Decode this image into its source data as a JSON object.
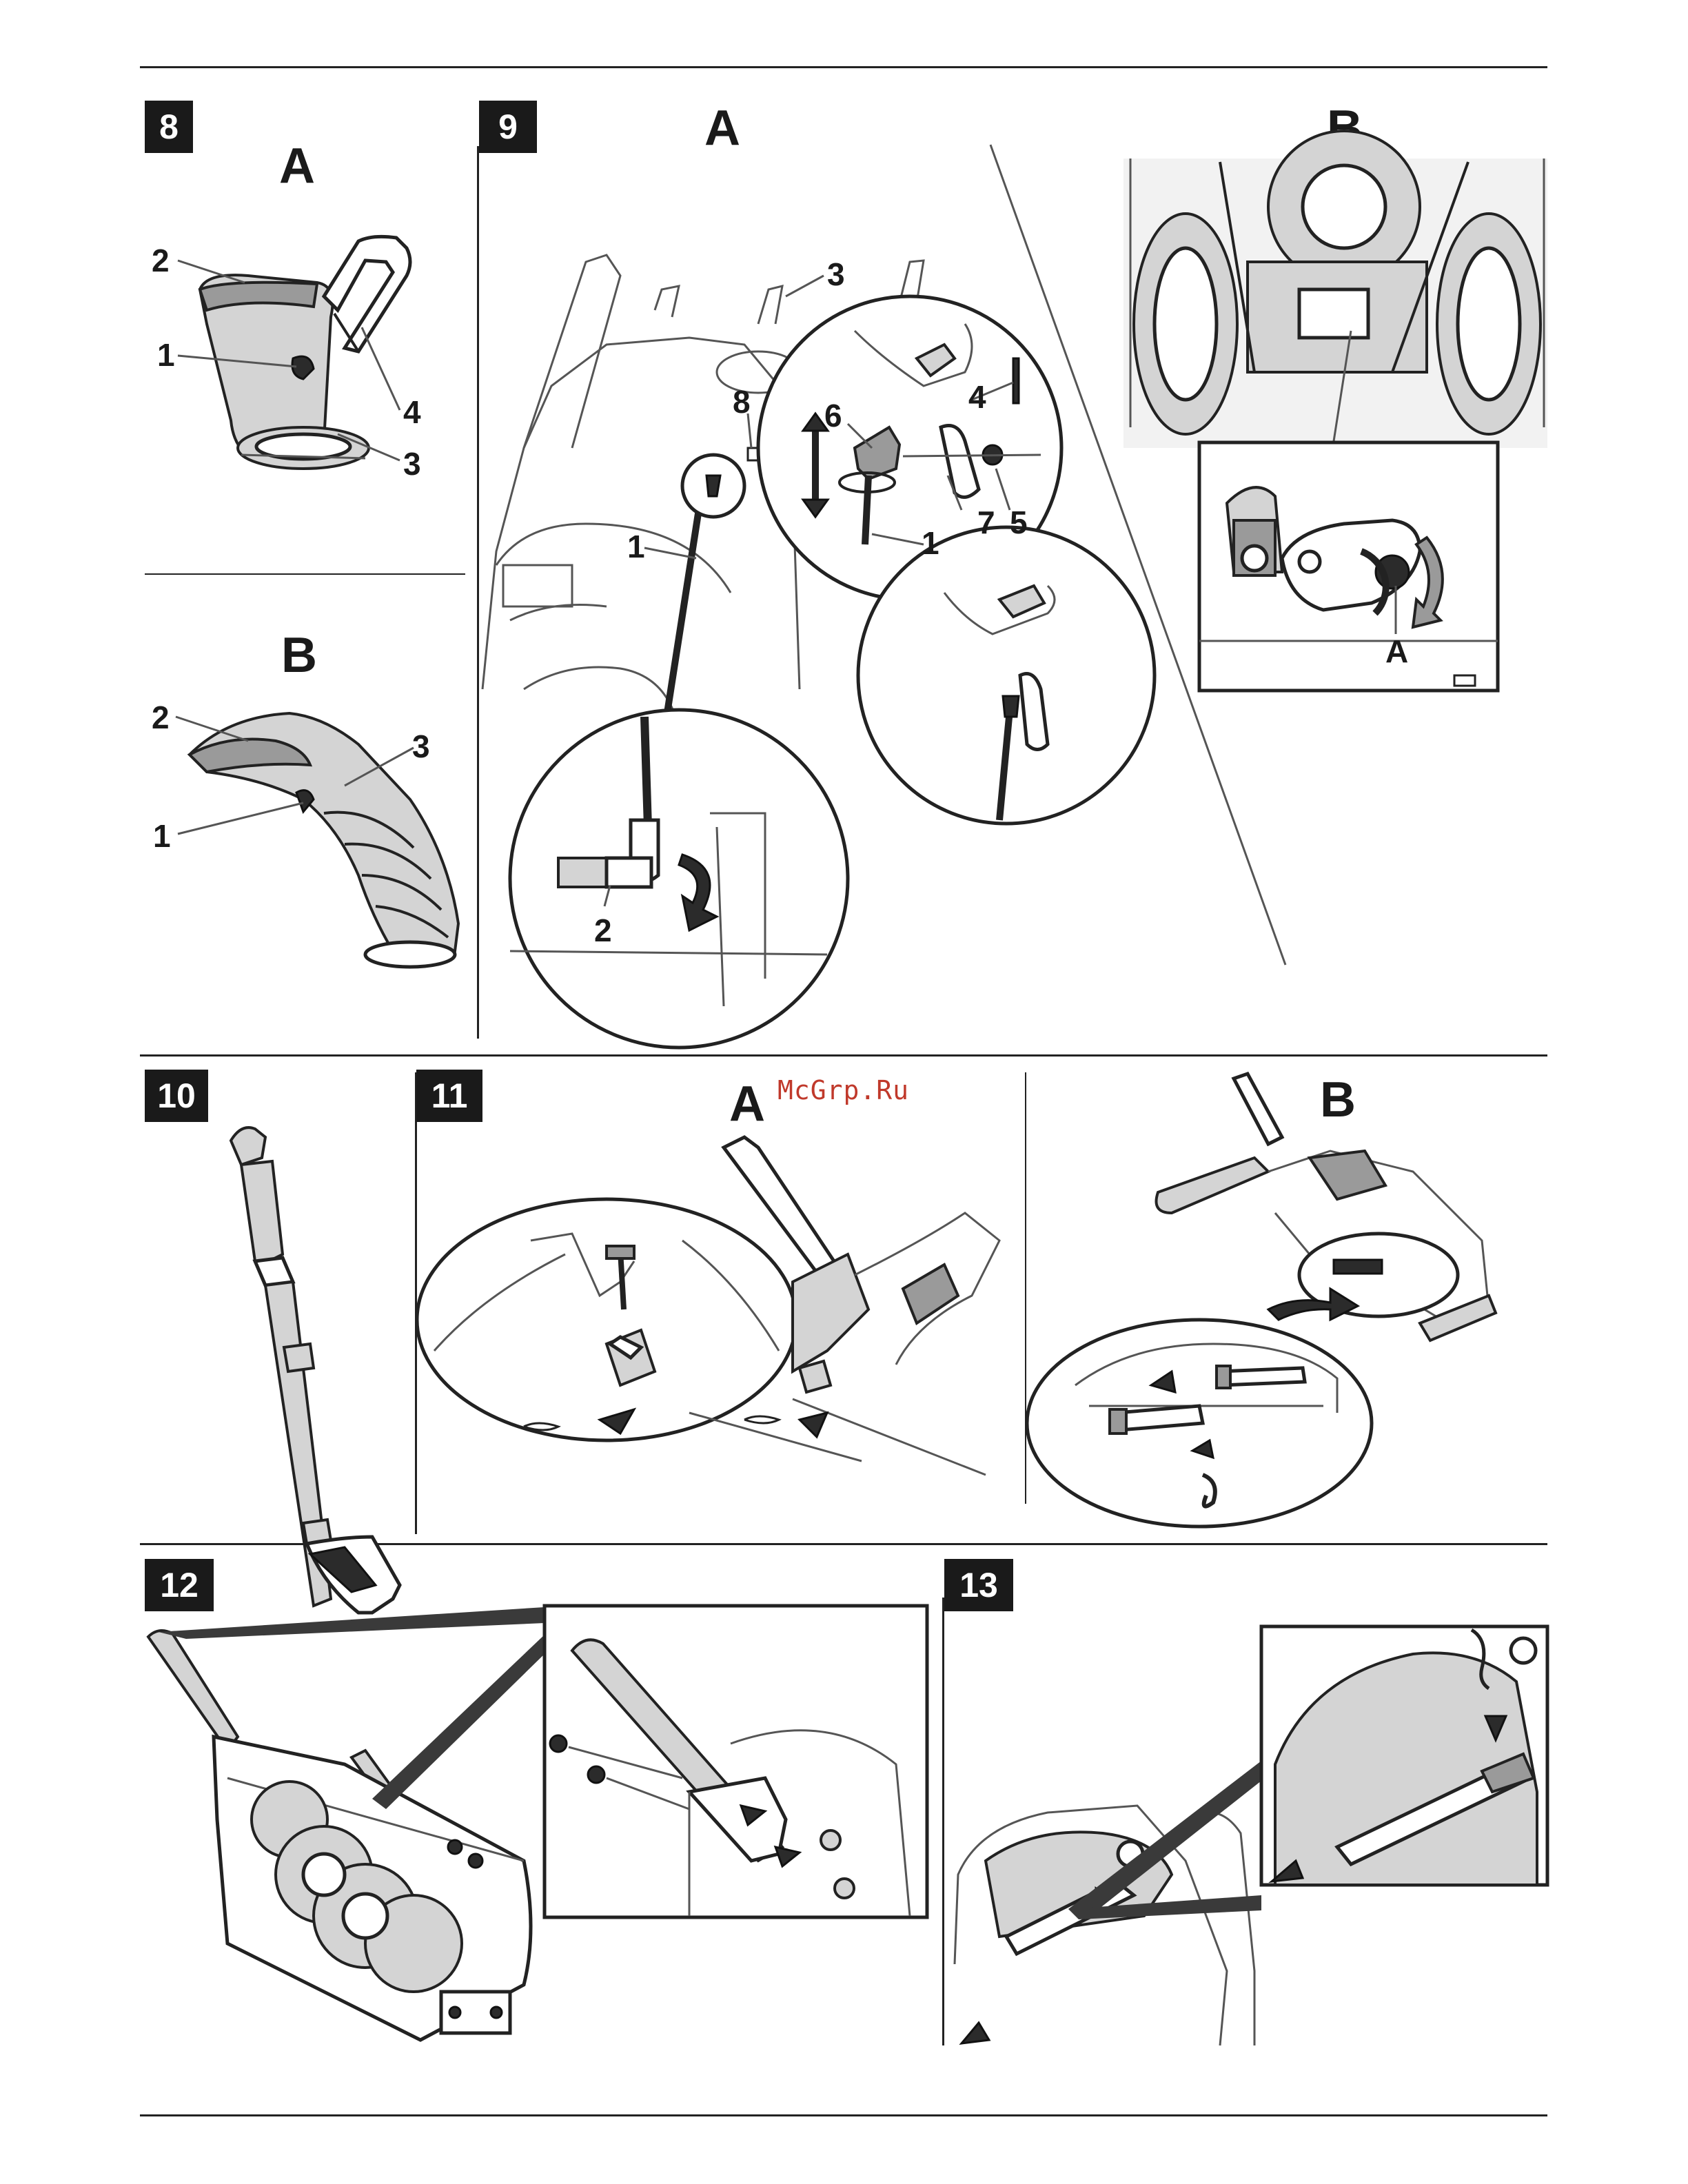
{
  "figures": [
    {
      "number": "8",
      "panels": [
        {
          "letter": "A",
          "callouts": [
            "2",
            "1",
            "4",
            "3"
          ]
        },
        {
          "letter": "B",
          "callouts": [
            "2",
            "3",
            "1"
          ]
        }
      ]
    },
    {
      "number": "9",
      "panels": [
        {
          "letter": "A",
          "callouts": [
            "3",
            "8",
            "6",
            "4",
            "1",
            "7",
            "5",
            "1",
            "2"
          ]
        },
        {
          "letter": "B",
          "callouts": [
            "A"
          ]
        }
      ]
    },
    {
      "number": "10",
      "panels": []
    },
    {
      "number": "11",
      "panels": [
        {
          "letter": "A",
          "callouts": []
        },
        {
          "letter": "B",
          "callouts": []
        }
      ]
    },
    {
      "number": "12",
      "panels": []
    },
    {
      "number": "13",
      "panels": []
    }
  ],
  "watermark": "McGrp.Ru"
}
